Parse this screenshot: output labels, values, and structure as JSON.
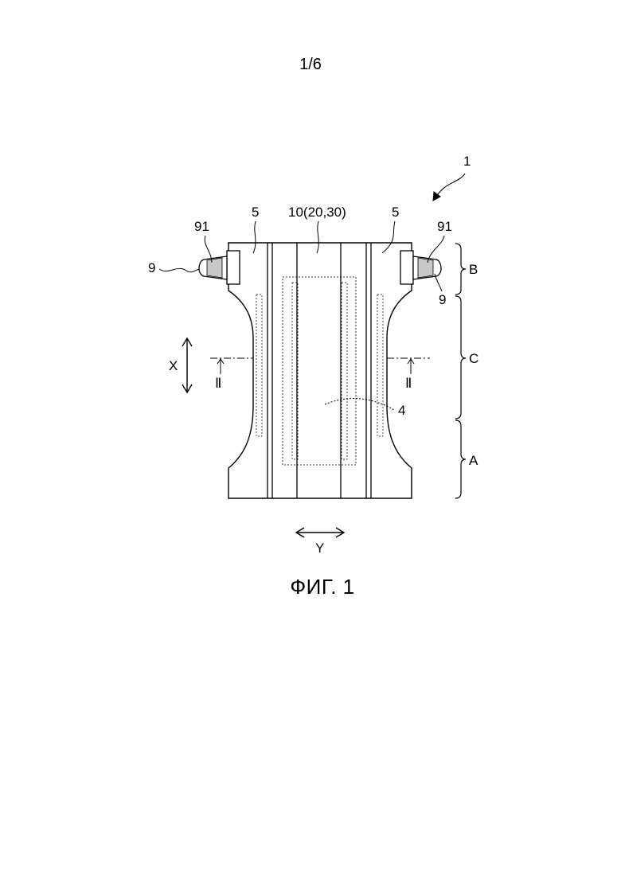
{
  "page": {
    "number": "1/6",
    "caption": "ФИГ. 1"
  },
  "labels": {
    "product": "1",
    "absorbent_assembly": "10(20,30)",
    "side_flap_left": "5",
    "side_flap_right": "5",
    "tape_left": "9",
    "tape_right": "9",
    "grip_left": "91",
    "grip_right": "91",
    "absorbent_body": "4",
    "section_left": "Ⅱ",
    "section_right": "Ⅱ",
    "arrow_longitudinal": "X",
    "arrow_transverse": "Y",
    "region_back": "B",
    "region_crotch": "C",
    "region_front": "A"
  }
}
